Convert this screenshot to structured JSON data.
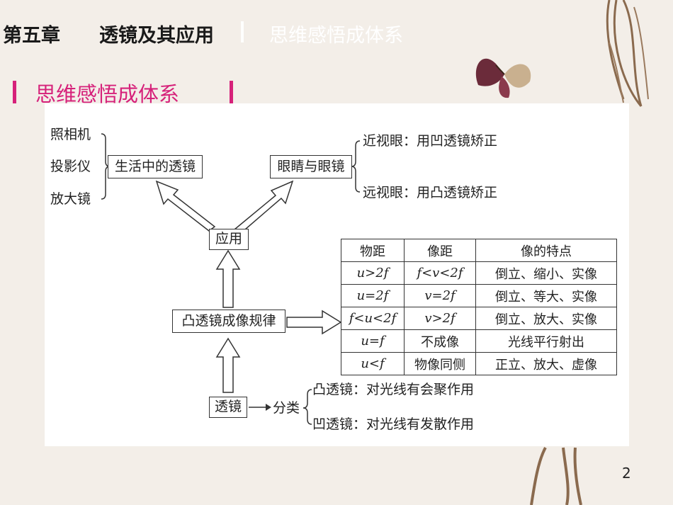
{
  "header": {
    "chapter": "第五章",
    "lesson": "透镜及其应用",
    "faded_section": "思维感悟成体系"
  },
  "section": {
    "title": "思维感悟成体系"
  },
  "diagram": {
    "examples": [
      "照相机",
      "投影仪",
      "放大镜"
    ],
    "life_lens": "生活中的透镜",
    "eye_lens": "眼睛与眼镜",
    "myopia": "近视眼：用凹透镜矫正",
    "hyperopia": "远视眼：用凸透镜矫正",
    "application": "应用",
    "convex_rule": "凸透镜成像规律",
    "lens": "透镜",
    "classify": "分类",
    "convex_desc": "凸透镜：对光线有会聚作用",
    "concave_desc": "凹透镜：对光线有发散作用"
  },
  "table": {
    "headers": [
      "物距",
      "像距",
      "像的特点"
    ],
    "rows": [
      [
        "u>2f",
        "f<v<2f",
        "倒立、缩小、实像"
      ],
      [
        "u=2f",
        "v=2f",
        "倒立、等大、实像"
      ],
      [
        "f<u<2f",
        "v>2f",
        "倒立、放大、实像"
      ],
      [
        "u=f",
        "不成像",
        "光线平行射出"
      ],
      [
        "u<f",
        "物像同侧",
        "正立、放大、虚像"
      ]
    ]
  },
  "page_number": "2"
}
